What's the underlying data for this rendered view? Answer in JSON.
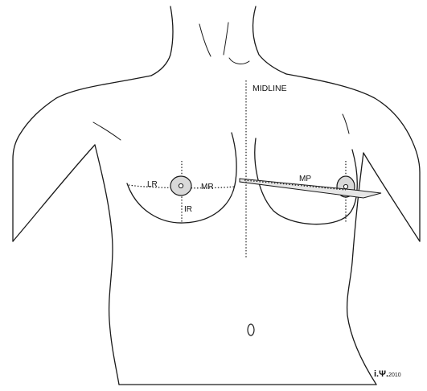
{
  "labels": {
    "midline": "MIDLINE",
    "lr": "LR",
    "mr": "MR",
    "ir": "IR",
    "mp": "MP"
  },
  "signature": {
    "mark": "i.Ψ.",
    "year": "2010"
  },
  "colors": {
    "stroke": "#1a1a1a",
    "areola_fill": "#d9d9d9",
    "tract_fill": "#e6e6e6",
    "background": "#ffffff"
  }
}
